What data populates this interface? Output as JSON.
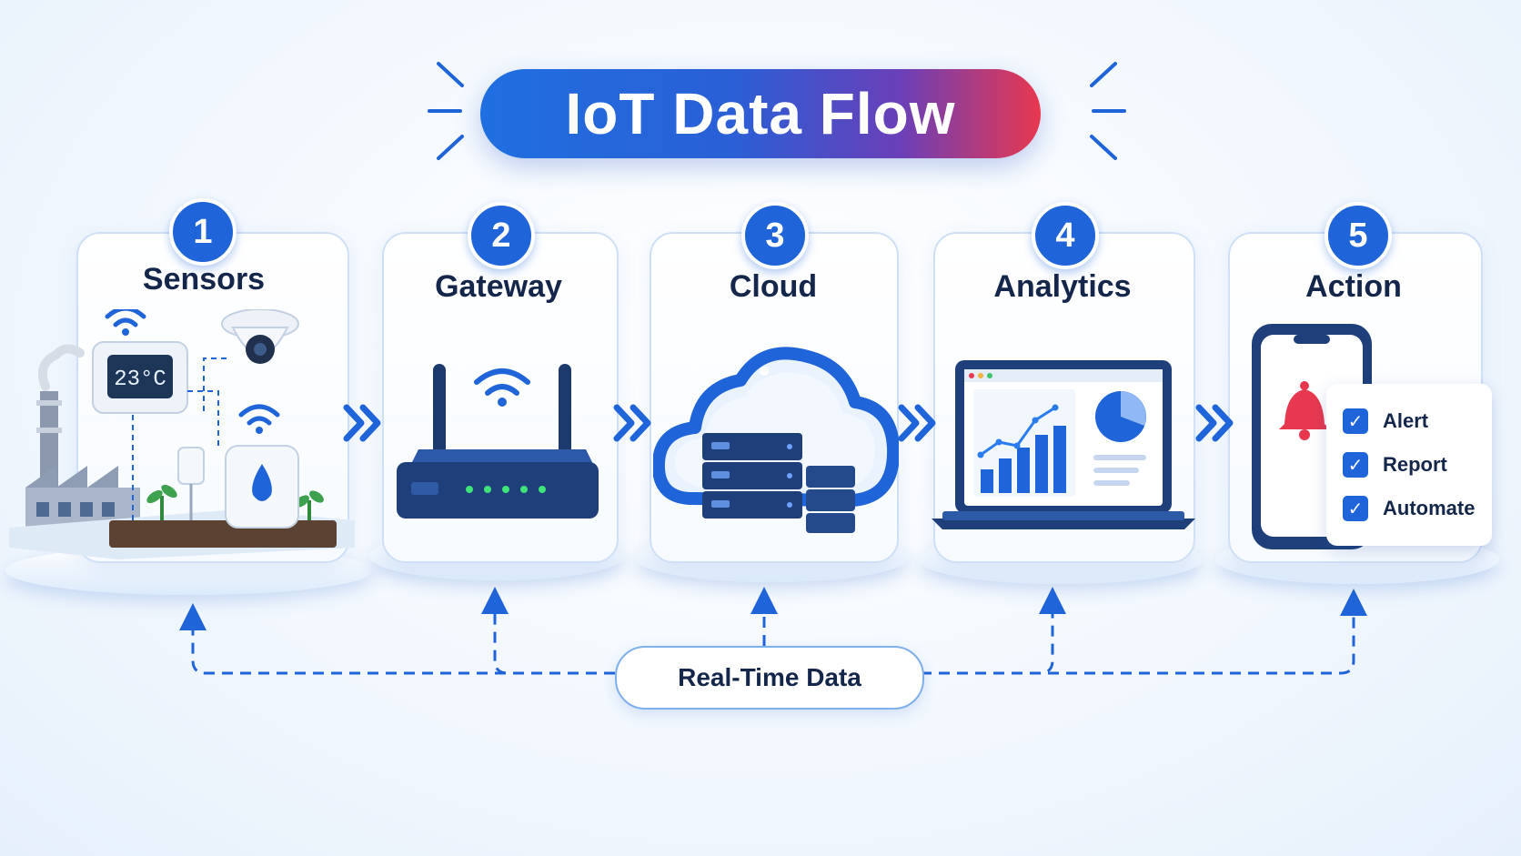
{
  "title": "IoT Data Flow",
  "steps": [
    {
      "number": "1",
      "label": "Sensors",
      "icon": "sensors-illustration"
    },
    {
      "number": "2",
      "label": "Gateway",
      "icon": "router-icon"
    },
    {
      "number": "3",
      "label": "Cloud",
      "icon": "cloud-server-icon"
    },
    {
      "number": "4",
      "label": "Analytics",
      "icon": "laptop-dashboard-icon"
    },
    {
      "number": "5",
      "label": "Action",
      "icon": "phone-alert-icon"
    }
  ],
  "sensor_display": "23°C",
  "actions": [
    "Alert",
    "Report",
    "Automate"
  ],
  "feedback_label": "Real-Time Data",
  "colors": {
    "primary": "#1f64d8",
    "dark_text": "#14264a",
    "accent_red": "#e8384f",
    "light_border": "#cfe0f6"
  }
}
